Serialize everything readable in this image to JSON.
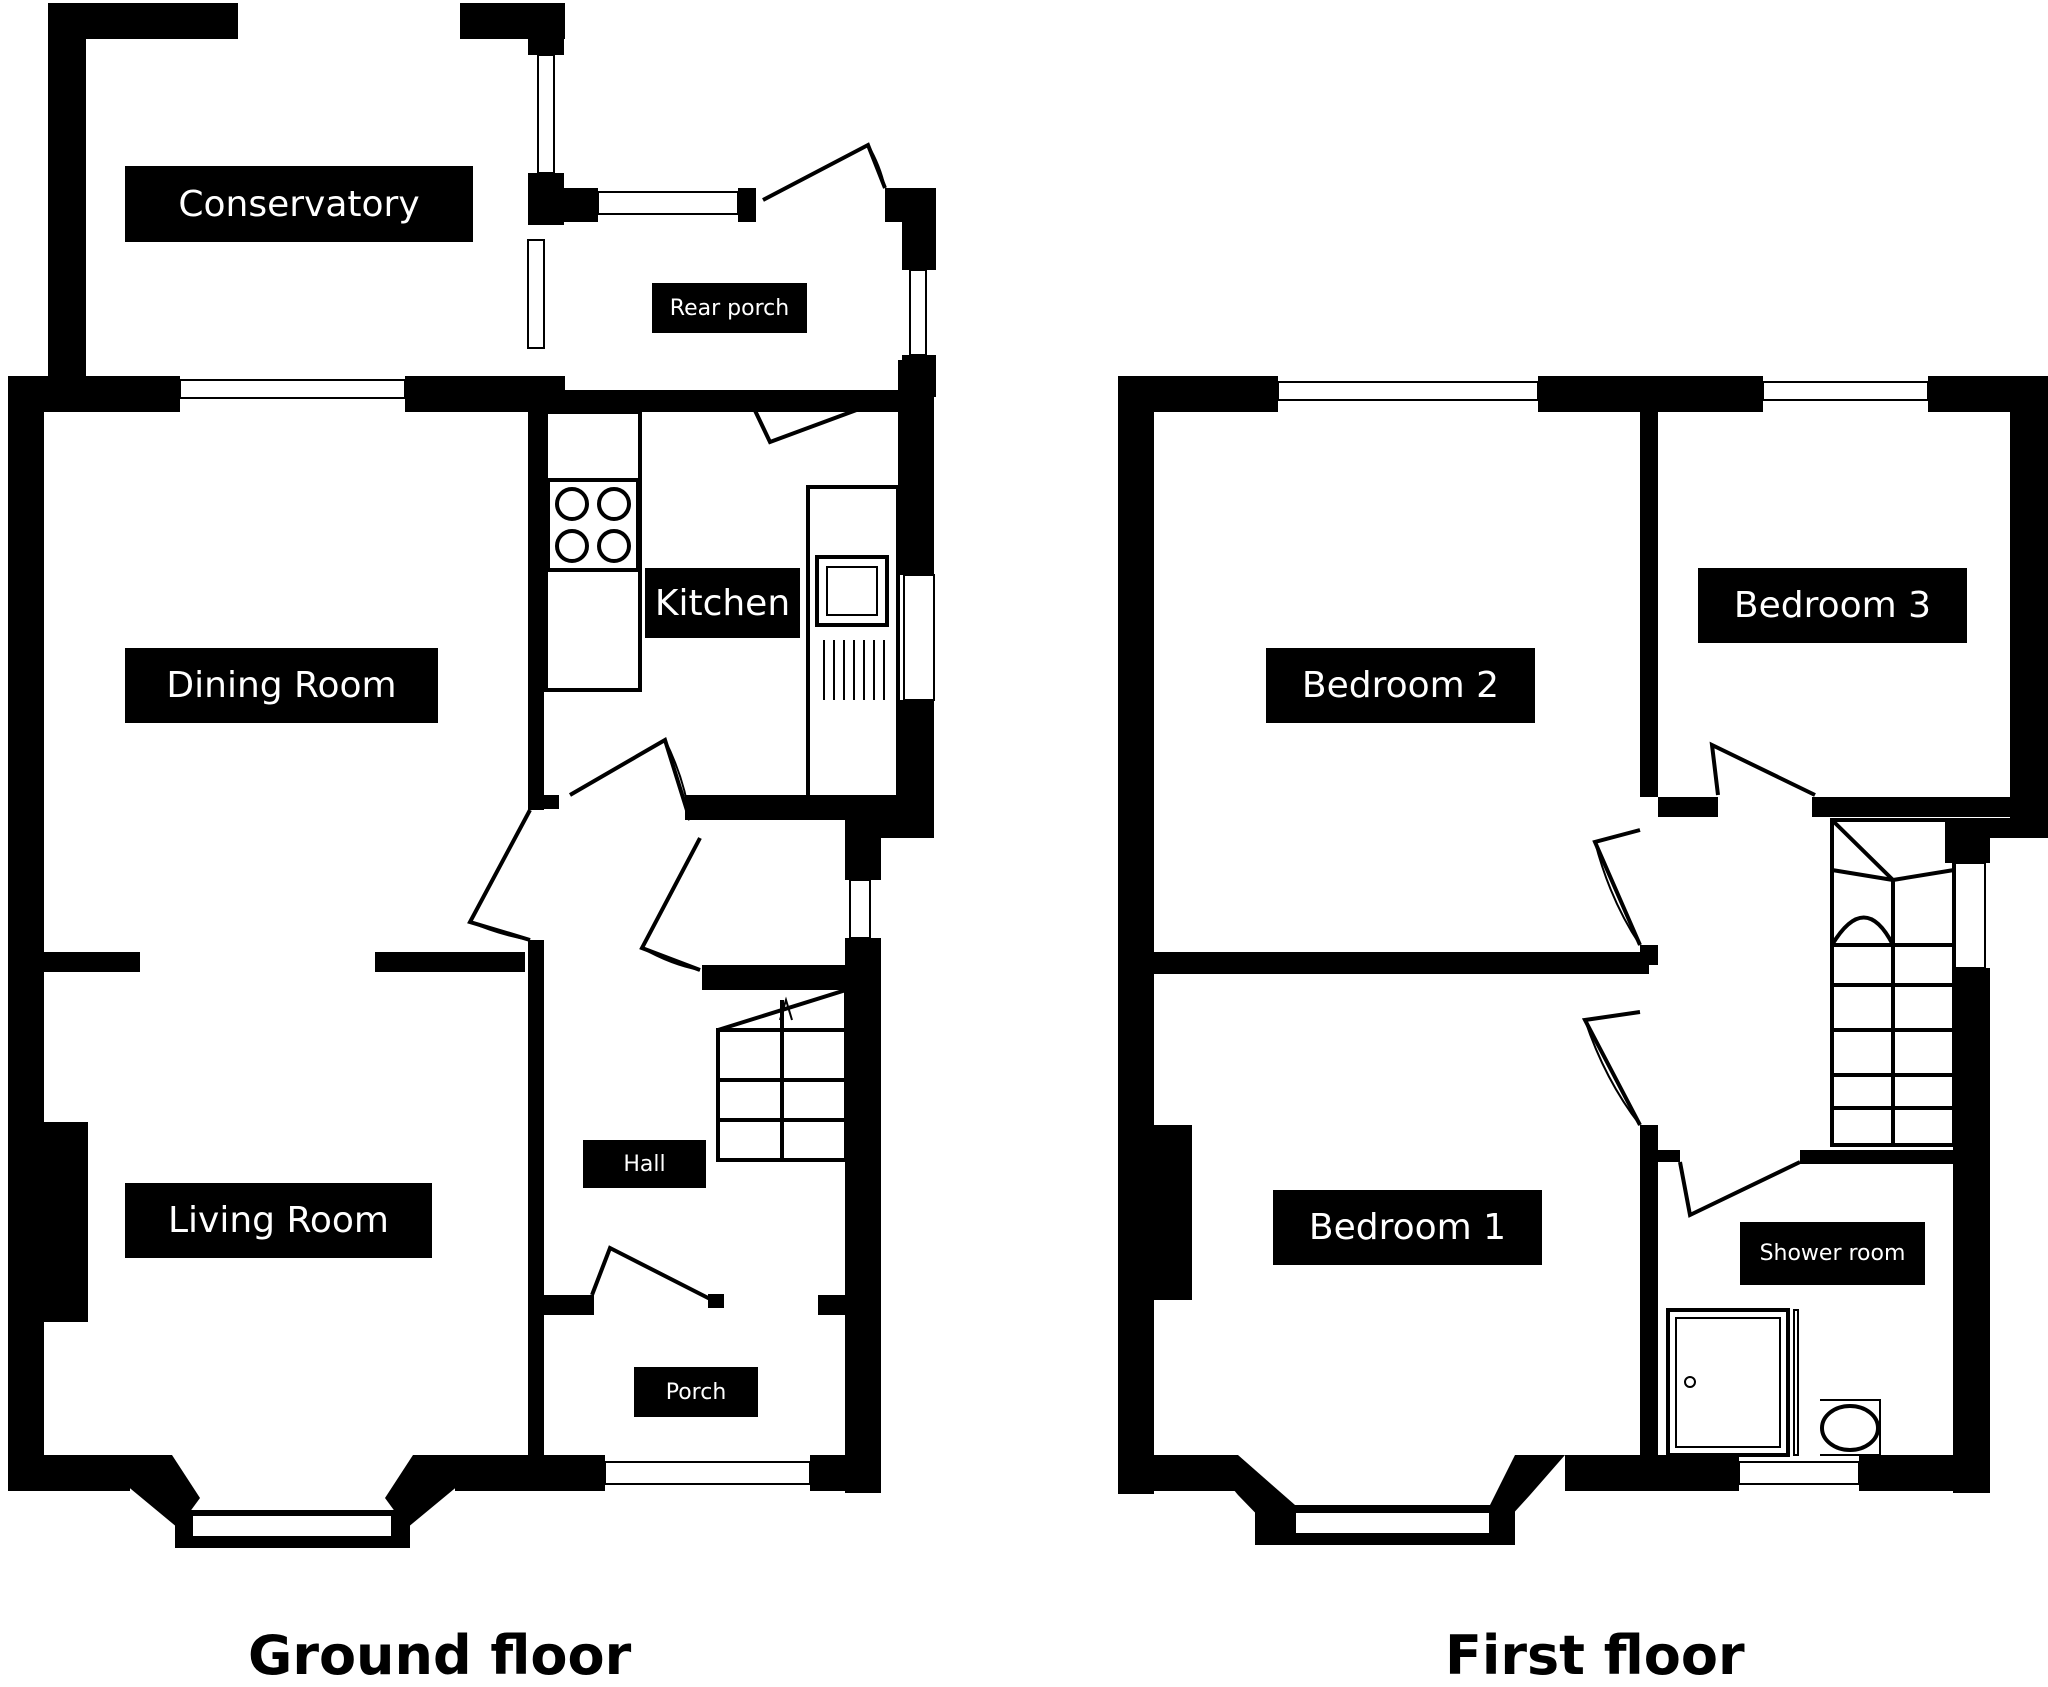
{
  "ground_floor": {
    "title": "Ground floor",
    "rooms": {
      "conservatory": "Conservatory",
      "rear_porch": "Rear porch",
      "kitchen": "Kitchen",
      "dining_room": "Dining Room",
      "living_room": "Living Room",
      "hall": "Hall",
      "porch": "Porch"
    }
  },
  "first_floor": {
    "title": "First floor",
    "rooms": {
      "bedroom_2": "Bedroom 2",
      "bedroom_3": "Bedroom 3",
      "bedroom_1": "Bedroom 1",
      "shower_room": "Shower room"
    }
  }
}
